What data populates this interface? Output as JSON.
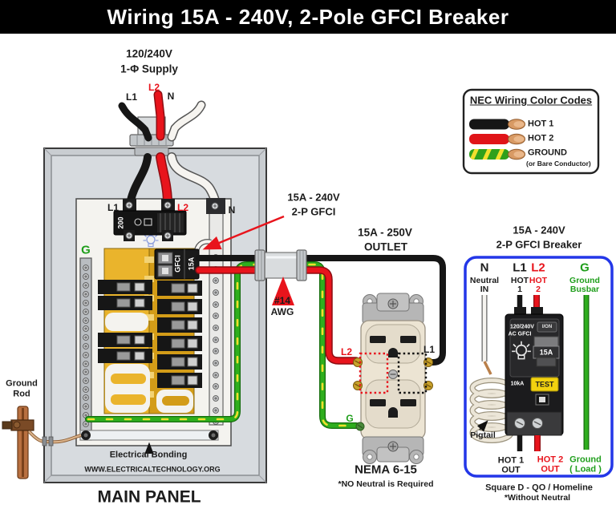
{
  "title": "Wiring 15A - 240V, 2-Pole GFCI Breaker",
  "supply": {
    "voltage": "120/240V",
    "phase": "1-Φ Supply",
    "l1": "L1",
    "l2": "L2",
    "n": "N"
  },
  "legend": {
    "title": "NEC Wiring Color Codes",
    "hot1": "HOT 1",
    "hot2": "HOT 2",
    "ground": "GROUND",
    "ground_note": "(or Bare Conductor)"
  },
  "panel": {
    "l1": "L1",
    "l2": "L2",
    "n": "N",
    "g": "G",
    "main_breaker_rating": "200",
    "gfci_label": "GFCI",
    "gfci_rating": "15A",
    "bonding_label": "Electrical Bonding",
    "website": "WWW.ELECTRICALTECHNOLOGY.ORG",
    "caption": "MAIN PANEL",
    "ground_rod_line1": "Ground",
    "ground_rod_line2": "Rod"
  },
  "callouts": {
    "gfci_line1": "15A - 240V",
    "gfci_line2": "2-P GFCI",
    "awg_line1": "#14",
    "awg_line2": "AWG",
    "outlet_line1": "15A - 250V",
    "outlet_line2": "OUTLET"
  },
  "outlet": {
    "l2": "L2",
    "l1": "L1",
    "g": "G",
    "caption": "NEMA 6-15",
    "note": "*NO Neutral is Required"
  },
  "breaker_detail": {
    "title_line1": "15A - 240V",
    "title_line2": "2-P GFCI Breaker",
    "n_tag": "N",
    "n_line1": "Neutral",
    "n_line2": "IN",
    "l1_tag": "L1",
    "l1_line1": "HOT",
    "l1_line2": "1",
    "l2_tag": "L2",
    "l2_line1": "HOT",
    "l2_line2": "2",
    "g_tag": "G",
    "g_line1": "Ground",
    "g_line2": "Busbar",
    "face_rating1": "120/240V",
    "face_rating2": "AC GFCI",
    "face_switch": "I/ON",
    "face_amp": "15A",
    "face_interrupt": "10kA",
    "face_test": "TEST",
    "pigtail": "Pigtail",
    "hot1_out_line1": "HOT 1",
    "hot1_out_line2": "OUT",
    "hot2_out_line1": "HOT 2",
    "hot2_out_line2": "OUT",
    "ground_out_line1": "Ground",
    "ground_out_line2": "( Load )",
    "footer_line1": "Square D - QO / Homeline",
    "footer_line2": "*Without Neutral"
  },
  "colors": {
    "hot1": "#161616",
    "hot2": "#e8141c",
    "ground_green": "#2fae1e",
    "stripe_yellow": "#f2df2d",
    "neutral_white": "#f6f4f0",
    "accent_blue": "#2337e8",
    "busbar_gold": "#e0a81f",
    "panel_gray": "#c9cdd1"
  }
}
